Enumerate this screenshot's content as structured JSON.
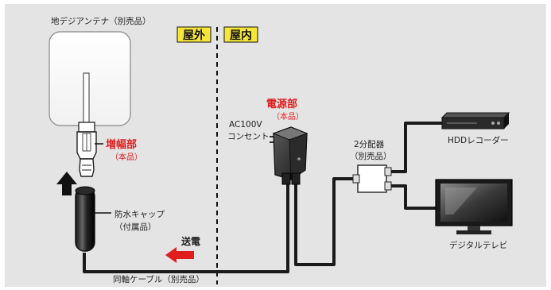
{
  "labels": {
    "antenna": "地デジアンテナ（別売品）",
    "outdoor": "屋外",
    "indoor": "屋内",
    "amp": "増幅部",
    "amp_sub": "（本品）",
    "power": "電源部",
    "power_sub": "（本品）",
    "ac_line1": "AC100V",
    "ac_line2": "コンセント",
    "splitter_line1": "2分配器",
    "splitter_line2": "（別売品）",
    "hdd": "HDDレコーダー",
    "tv": "デジタルテレビ",
    "cap_line1": "防水キャップ",
    "cap_line2": "（付属品）",
    "send": "送電",
    "cable": "同軸ケーブル（別売品）"
  },
  "colors": {
    "background": "#e4e4e4",
    "accent_red": "#e01e1e",
    "zone_yellow": "#f6e63a",
    "cable": "#1a1a1a"
  },
  "icons": [
    "up-arrow-icon",
    "left-arrow-icon"
  ]
}
